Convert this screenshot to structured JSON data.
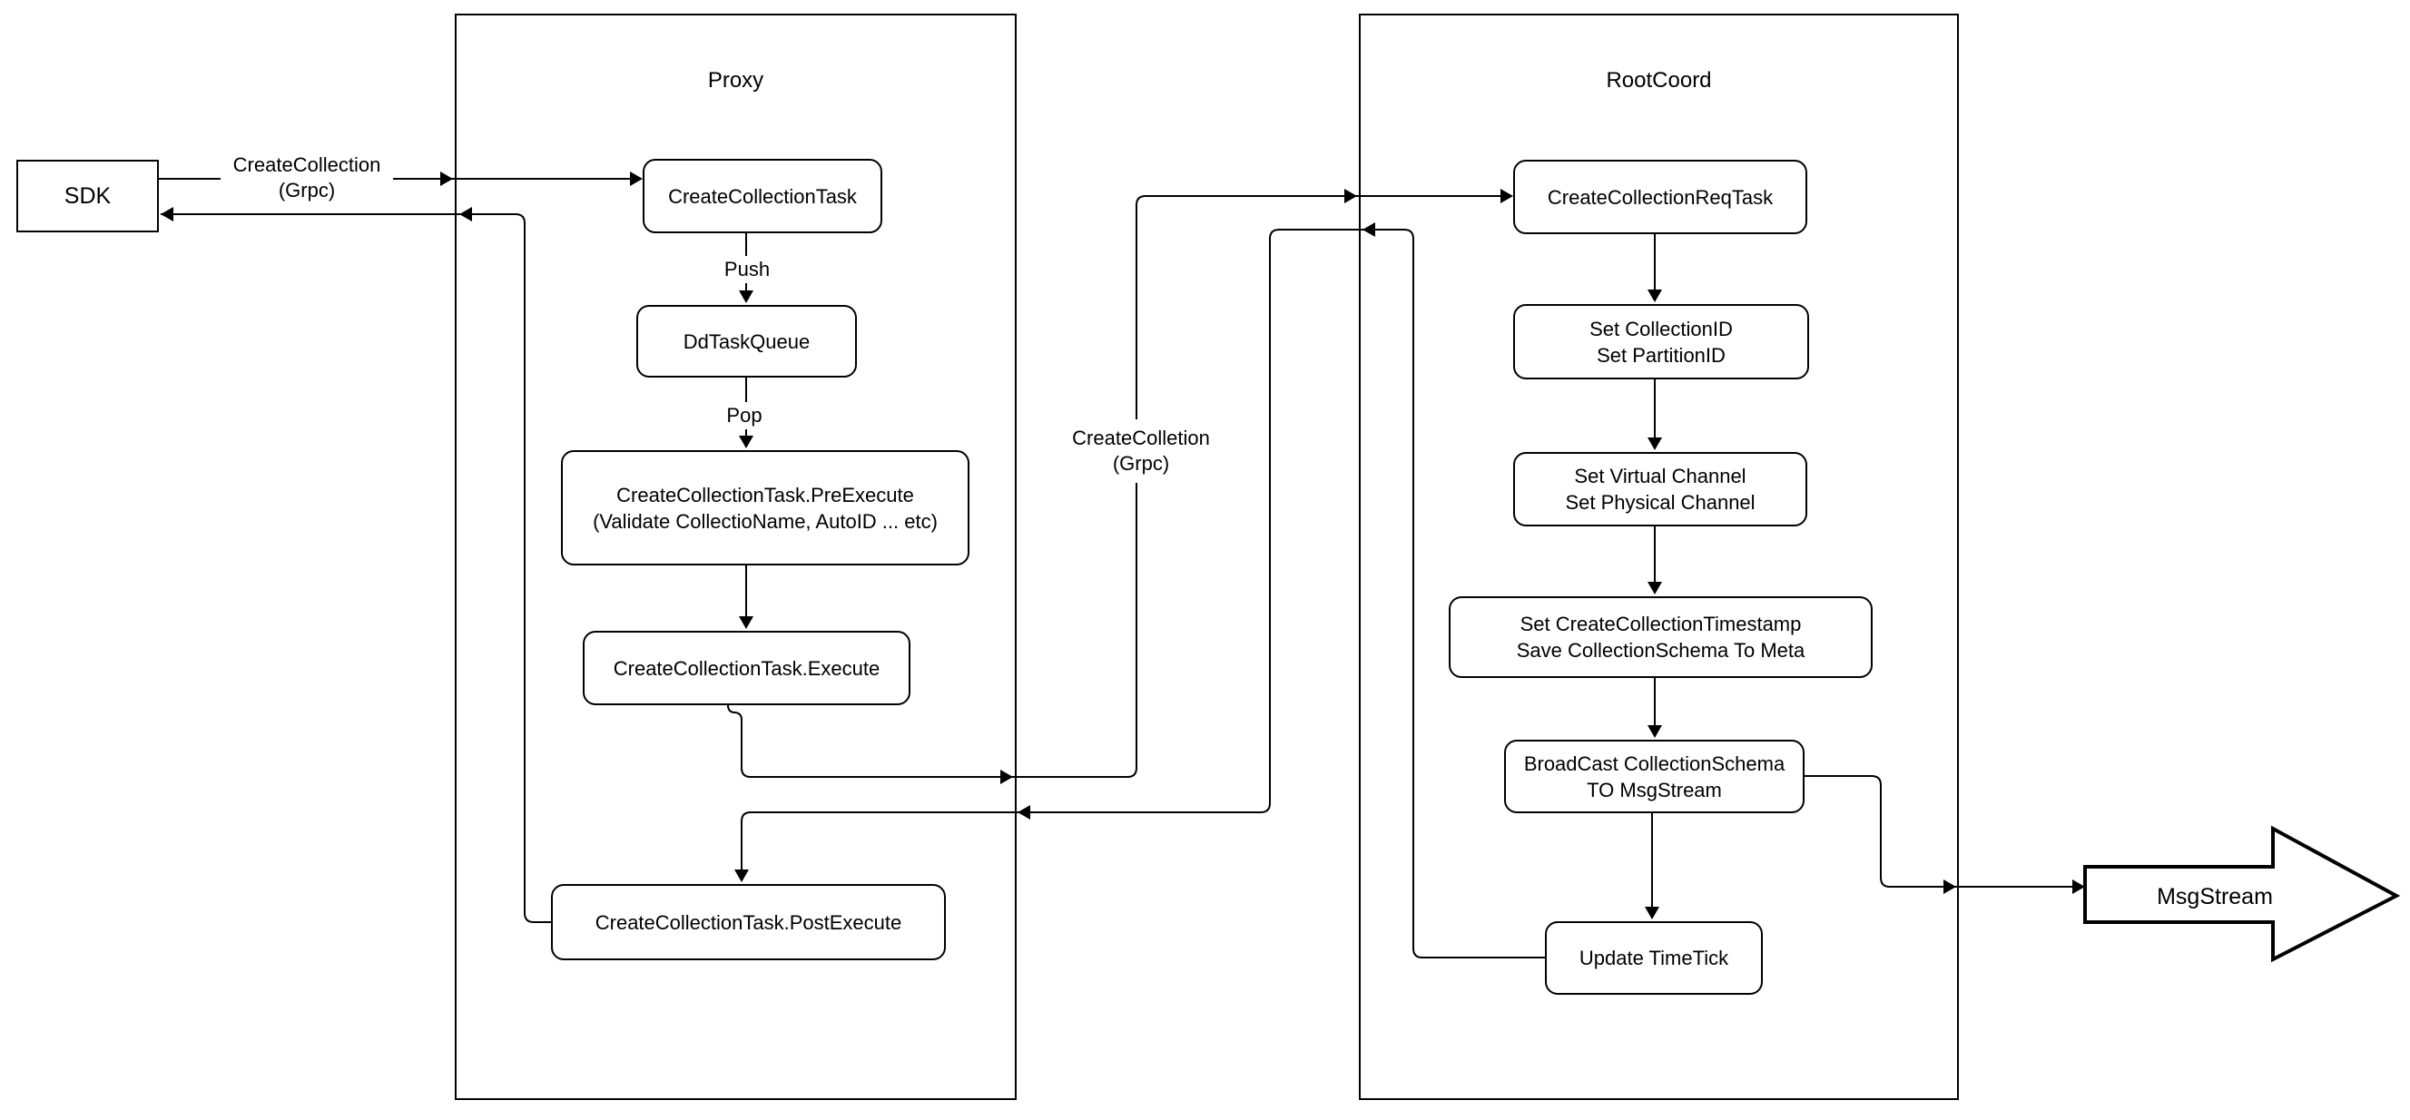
{
  "canvas": {
    "background": "#ffffff",
    "stroke_color": "#000000",
    "fill_color": "#ffffff"
  },
  "containers": {
    "proxy": {
      "title": "Proxy"
    },
    "rootcoord": {
      "title": "RootCoord"
    }
  },
  "nodes": {
    "sdk": {
      "label": "SDK"
    },
    "create_collection_task": {
      "label": "CreateCollectionTask"
    },
    "dd_task_queue": {
      "label": "DdTaskQueue"
    },
    "pre_execute": {
      "label": "CreateCollectionTask.PreExecute\n(Validate CollectioName, AutoID ... etc)"
    },
    "execute": {
      "label": "CreateCollectionTask.Execute"
    },
    "post_execute": {
      "label": "CreateCollectionTask.PostExecute"
    },
    "req_task": {
      "label": "CreateCollectionReqTask"
    },
    "set_ids": {
      "label": "Set CollectionID\nSet PartitionID"
    },
    "set_channels": {
      "label": "Set Virtual Channel\nSet Physical Channel"
    },
    "set_timestamp": {
      "label": "Set CreateCollectionTimestamp\nSave CollectionSchema To Meta"
    },
    "broadcast": {
      "label": "BroadCast CollectionSchema\nTO MsgStream"
    },
    "update_timetick": {
      "label": "Update TimeTick"
    },
    "msg_stream": {
      "label": "MsgStream"
    }
  },
  "edge_labels": {
    "sdk_grpc": "CreateCollection\n(Grpc)",
    "push": "Push",
    "pop": "Pop",
    "proxy_grpc": "CreateColletion\n(Grpc)"
  }
}
